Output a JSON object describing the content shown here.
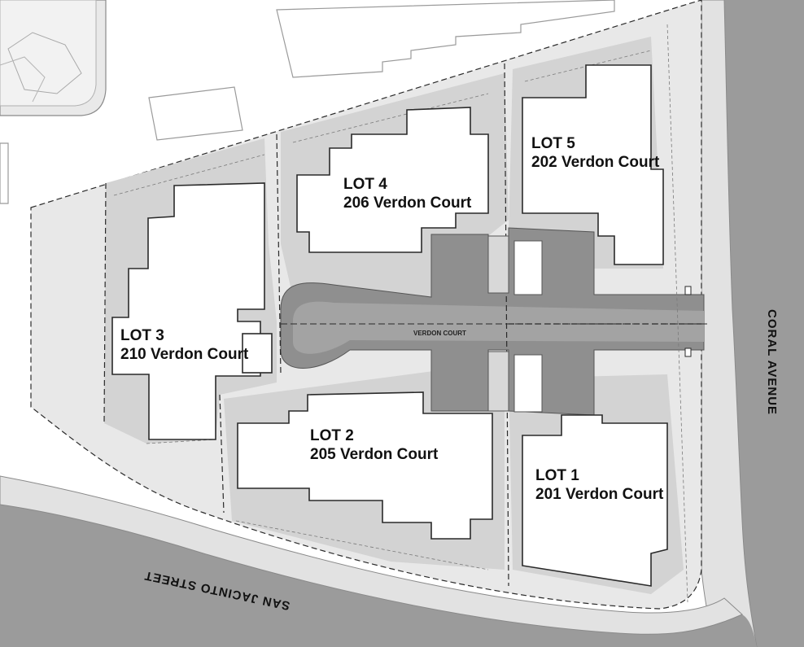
{
  "colors": {
    "background": "#ffffff",
    "road": "#9b9b9b",
    "road_edge": "#7a7a7a",
    "lot_ground": "#d2d2d2",
    "sidewalk": "#e4e4e4",
    "court": "#8f8f8f",
    "building": "#ffffff",
    "outline": "#2a2a2a"
  },
  "lots": [
    {
      "id": "lot-1",
      "name": "LOT 1",
      "address": "201 Verdon Court"
    },
    {
      "id": "lot-2",
      "name": "LOT 2",
      "address": "205 Verdon Court"
    },
    {
      "id": "lot-3",
      "name": "LOT 3",
      "address": "210 Verdon Court"
    },
    {
      "id": "lot-4",
      "name": "LOT 4",
      "address": "206 Verdon Court"
    },
    {
      "id": "lot-5",
      "name": "LOT 5",
      "address": "202 Verdon Court"
    }
  ],
  "streets": {
    "court": "VERDON COURT",
    "east": "CORAL AVENUE",
    "south": "SAN JACINTO STREET"
  }
}
